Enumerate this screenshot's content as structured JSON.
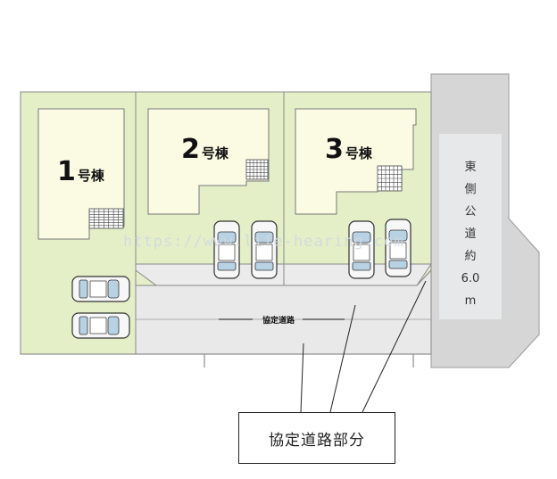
{
  "lots": [
    {
      "num": "1",
      "suffix": "号棟"
    },
    {
      "num": "2",
      "suffix": "号棟"
    },
    {
      "num": "3",
      "suffix": "号棟"
    }
  ],
  "east_road": {
    "chars": [
      "東",
      "側",
      "公",
      "道",
      "約",
      "6.0",
      "m"
    ]
  },
  "private_road_label": "協定道路",
  "callout_label": "協定道路部分",
  "watermark": "https://www.life-hearing.com",
  "colors": {
    "lawn": "#e4efc8",
    "house": "#fbfbe3",
    "road": "#e8e8e8",
    "public_road": "#d3d3d3",
    "line": "#888888"
  }
}
